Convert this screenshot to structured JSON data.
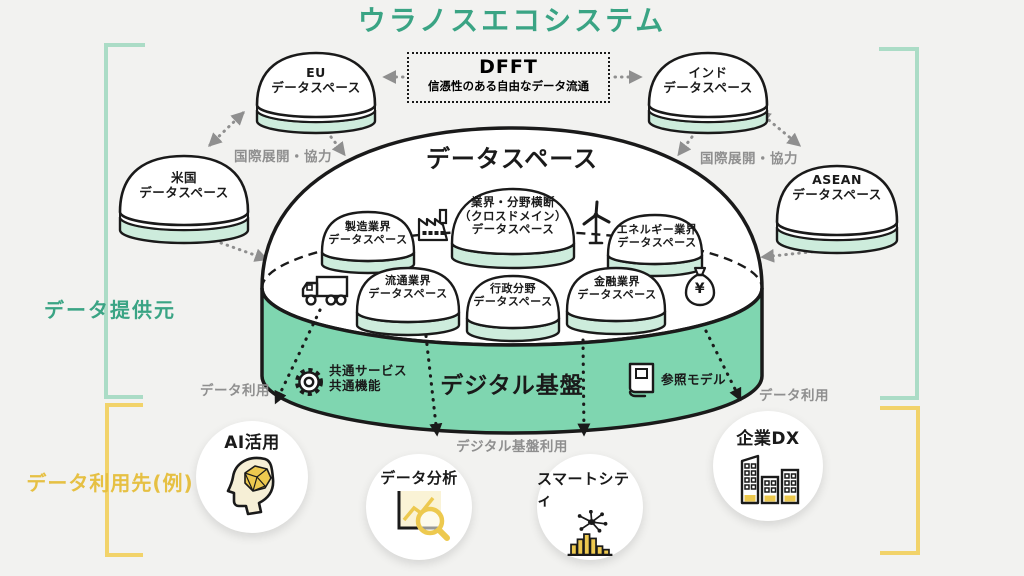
{
  "title": "ウラノスエコシステム",
  "dfft": {
    "title": "DFFT",
    "subtitle": "信憑性のある自由なデータ流通"
  },
  "side_labels": {
    "provider": "データ提供元",
    "consumer": "データ利用先(例)"
  },
  "annotations": {
    "international_left": "国際展開・協力",
    "international_right": "国際展開・協力",
    "data_use_left": "データ利用",
    "data_use_right": "データ利用",
    "platform_use": "デジタル基盤利用"
  },
  "international_domes": [
    {
      "id": "eu",
      "label": "EU\nデータスペース"
    },
    {
      "id": "us",
      "label": "米国\nデータスペース"
    },
    {
      "id": "india",
      "label": "インド\nデータスペース"
    },
    {
      "id": "asean",
      "label": "ASEAN\nデータスペース"
    }
  ],
  "central": {
    "title": "データスペース",
    "platform": "デジタル基盤",
    "common_services": "共通サービス\n共通機能",
    "reference_model": "参照モデル",
    "sectors": [
      {
        "id": "manufacturing",
        "label": "製造業界\nデータスペース",
        "icon": "factory-icon"
      },
      {
        "id": "cross-domain",
        "label": "業界・分野横断\n（クロスドメイン）\nデータスペース"
      },
      {
        "id": "energy",
        "label": "エネルギー業界\nデータスペース",
        "icon": "wind-turbine-icon"
      },
      {
        "id": "distribution",
        "label": "流通業界\nデータスペース",
        "icon": "truck-icon"
      },
      {
        "id": "government",
        "label": "行政分野\nデータスペース"
      },
      {
        "id": "finance",
        "label": "金融業界\nデータスペース",
        "icon": "money-bag-icon"
      }
    ]
  },
  "use_cases": [
    {
      "id": "ai",
      "label": "AI活用",
      "icon": "brain-head-icon"
    },
    {
      "id": "analytics",
      "label": "データ分析",
      "icon": "chart-magnifier-icon"
    },
    {
      "id": "smart-city",
      "label": "スマートシティ",
      "icon": "smart-city-icon"
    },
    {
      "id": "dx",
      "label": "企業DX",
      "icon": "buildings-icon"
    }
  ],
  "symbols": {
    "yen": "¥"
  },
  "colors": {
    "accent_green": "#3aa484",
    "accent_yellow": "#e6c043",
    "base_teal": "#7fd6b0",
    "band_mint": "#cdecdc",
    "annotation_gray": "#8f8f8f"
  }
}
